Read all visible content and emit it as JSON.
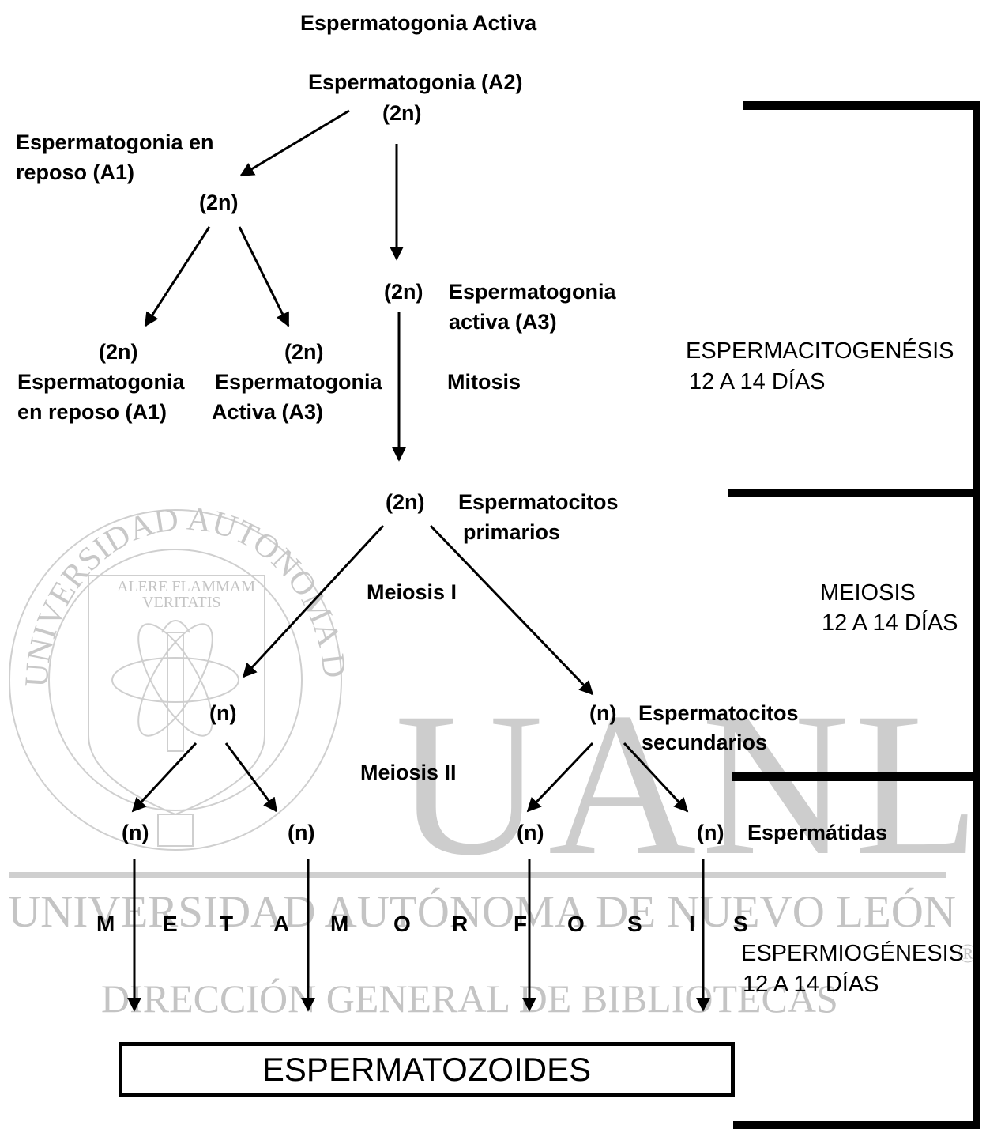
{
  "title": "Espermatogonia Activa",
  "root": {
    "label": "Espermatogonia (A2)",
    "ploidy": "(2n)"
  },
  "rest_a1": {
    "label_line1": "Espermatogonia en",
    "label_line2": "reposo (A1)",
    "ploidy": "(2n)"
  },
  "child_a1": {
    "ploidy": "(2n)",
    "label_line1": "Espermatogonia",
    "label_line2": "en reposo (A1)"
  },
  "child_a3": {
    "ploidy": "(2n)",
    "label_line1": "Espermatogonia",
    "label_line2": "Activa (A3)"
  },
  "active_a3": {
    "ploidy": "(2n)",
    "label_line1": "Espermatogonia",
    "label_line2": "activa (A3)"
  },
  "mitosis": "Mitosis",
  "primary": {
    "ploidy": "(2n)",
    "label_line1": "Espermatocitos",
    "label_line2": "primarios"
  },
  "meiosis1": "Meiosis I",
  "secondary_left": {
    "ploidy": "(n)"
  },
  "secondary_right": {
    "ploidy": "(n)",
    "label_line1": "Espermatocitos",
    "label_line2": "secundarios"
  },
  "meiosis2": "Meiosis II",
  "spermatids": {
    "ploidies": [
      "(n)",
      "(n)",
      "(n)",
      "(n)"
    ],
    "label": "Espermátidas"
  },
  "metamorfosis_letters": [
    "M",
    "E",
    "T",
    "A",
    "M",
    "O",
    "R",
    "F",
    "O",
    "S",
    "I",
    "S"
  ],
  "final": "ESPERMATOZOIDES",
  "phases": [
    {
      "name": "ESPERMACITOGENÉSIS",
      "duration": "12 A 14 DÍAS"
    },
    {
      "name": "MEIOSIS",
      "duration": "12 A 14 DÍAS"
    },
    {
      "name": "ESPERMIOGÉNESIS",
      "duration": "12 A 14 DÍAS"
    }
  ],
  "watermark": {
    "big_letters": "UANL",
    "seal_motto_1": "ALERE FLAMMAM",
    "seal_motto_2": "VERITATIS",
    "seal_ring_text": "UNIVERSIDAD AUTONOMA DE NUEVO LEON",
    "line1": "UNIVERSIDAD AUTÓNOMA DE NUEVO LEÓN",
    "registered": "®",
    "line2": "DIRECCIÓN GENERAL DE BIBLIOTECAS"
  }
}
